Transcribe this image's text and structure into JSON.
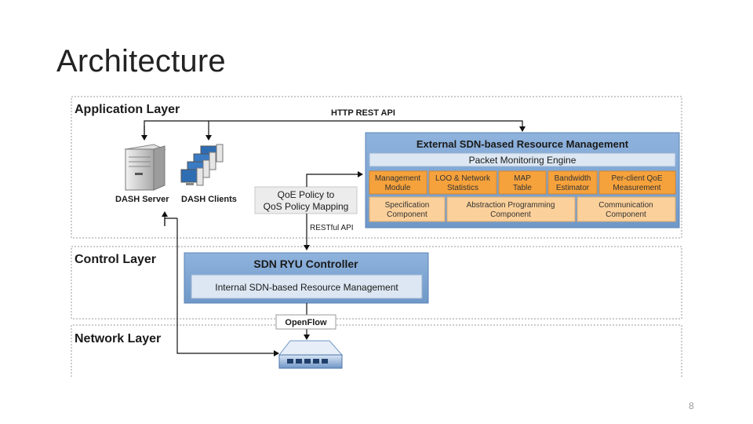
{
  "slide": {
    "title": "Architecture",
    "page_number": "8"
  },
  "layers": {
    "application": "Application Layer",
    "control": "Control Layer",
    "network": "Network Layer"
  },
  "labels": {
    "http_rest_api": "HTTP REST API",
    "dash_server": "DASH Server",
    "dash_clients": "DASH Clients",
    "qoe_policy_line1": "QoE Policy to",
    "qoe_policy_line2": "QoS Policy Mapping",
    "restful_api": "RESTful API",
    "openflow": "OpenFlow"
  },
  "external_sdn": {
    "title": "External SDN-based Resource Management",
    "engine": "Packet Monitoring Engine",
    "modules_row1": [
      {
        "line1": "Management",
        "line2": "Module"
      },
      {
        "line1": "LOO & Network",
        "line2": "Statistics"
      },
      {
        "line1": "MAP",
        "line2": "Table"
      },
      {
        "line1": "Bandwidth",
        "line2": "Estimator"
      },
      {
        "line1": "Per-client QoE",
        "line2": "Measurement"
      }
    ],
    "modules_row2": [
      {
        "line1": "Specification",
        "line2": "Component"
      },
      {
        "line1": "Abstraction Programming",
        "line2": "Component"
      },
      {
        "line1": "Communication",
        "line2": "Component"
      }
    ]
  },
  "controller": {
    "title": "SDN RYU Controller",
    "inner": "Internal SDN-based Resource Management"
  },
  "colors": {
    "panel_blue": "#7fa6d4",
    "orange": "#f6a23c",
    "light_orange": "#fbd09a",
    "engine_bg": "#dce7f3"
  }
}
